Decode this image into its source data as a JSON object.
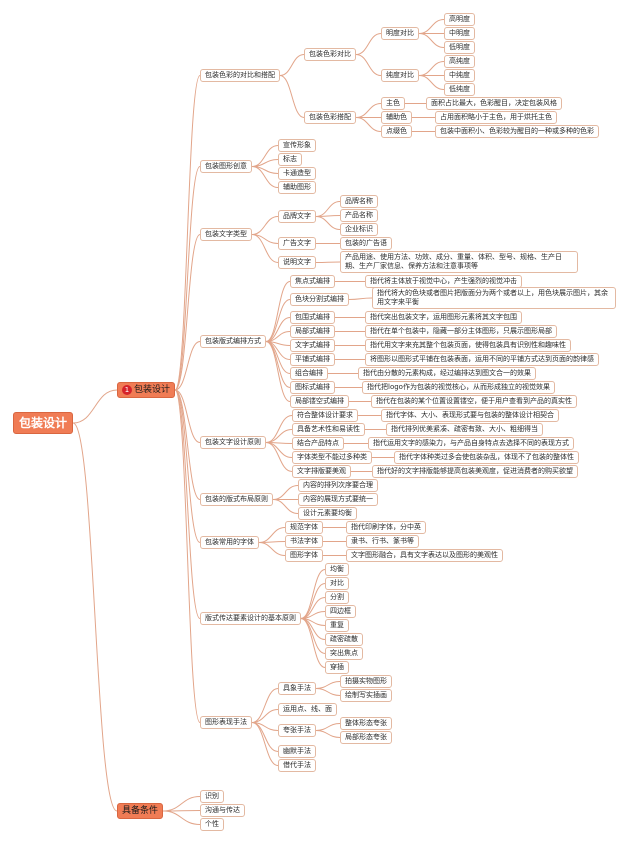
{
  "root": "包装设计",
  "b1": {
    "badge": "1",
    "label": "包装设计",
    "color": {
      "label": "包装色彩的对比和搭配",
      "contrast": {
        "label": "包装色彩对比",
        "brightness": {
          "label": "明度对比",
          "items": [
            "高明度",
            "中明度",
            "低明度"
          ]
        },
        "purity": {
          "label": "纯度对比",
          "items": [
            "高纯度",
            "中纯度",
            "低纯度"
          ]
        }
      },
      "match": {
        "label": "包装色彩搭配",
        "main": "主色",
        "main_desc": "面积占比最大，色彩醒目，决定包装风格",
        "aux": "辅助色",
        "aux_desc": "占用面积略小于主色，用于烘托主色",
        "accent": "点缀色",
        "accent_desc": "包装中面积小、色彩较为醒目的一种或多种的色彩"
      }
    },
    "graphic": {
      "label": "包装图形创意",
      "items": [
        "宣传形象",
        "标志",
        "卡通造型",
        "辅助图形"
      ]
    },
    "text": {
      "label": "包装文字类型",
      "brand": {
        "label": "品牌文字",
        "items": [
          "品牌名称",
          "产品名称",
          "企业标识"
        ]
      },
      "ad": {
        "label": "广告文字",
        "desc": "包装的广告语"
      },
      "info": {
        "label": "说明文字",
        "desc": "产品用途、使用方法、功效、成分、重量、体积、型号、规格、生产日期、生产厂家信息、保养方法和注意事项等"
      }
    },
    "layout": {
      "label": "包装版式编排方式",
      "items": [
        {
          "name": "焦点式编排",
          "desc": "指代将主体放于视觉中心，产生强烈的视觉冲击"
        },
        {
          "name": "色块分割式编排",
          "desc": "指代将大的色块或者图片把版面分为两个或者以上，用色块展示图片，其余用文字来平衡"
        },
        {
          "name": "包围式编排",
          "desc": "指代突出包装文字，运用图形元素将其文字包围"
        },
        {
          "name": "局部式编排",
          "desc": "指代在单个包装中，隐藏一部分主体图形，只展示图形局部"
        },
        {
          "name": "文字式编排",
          "desc": "指代用文字来充其整个包装页面，使得包装具有识别性和趣味性"
        },
        {
          "name": "平铺式编排",
          "desc": "将图形以图形式平铺在包装表面，运用不同的平铺方式达到页面的韵律感"
        },
        {
          "name": "组合编排",
          "desc": "指代由分散的元素构成，经过编排达到图文合一的效果"
        },
        {
          "name": "图标式编排",
          "desc": "指代把logo作为包装的视觉核心，从而形成独立的视觉效果"
        },
        {
          "name": "局部镂空式编排",
          "desc": "指代在包装的某个位置设置镂空，便于用户查看到产品的真实性"
        }
      ]
    },
    "principle": {
      "label": "包装文字设计原则",
      "items": [
        {
          "name": "符合整体设计要求",
          "desc": "指代字体、大小、表现形式要与包装的整体设计相契合"
        },
        {
          "name": "具备艺术性和易读性",
          "desc": "指代排列优美紧凑、疏密有致、大小、粗细得当"
        },
        {
          "name": "结合产品特点",
          "desc": "指代运用文字的感染力，与产品自身特点去选择不同的表现方式"
        },
        {
          "name": "字体类型不能过多种类",
          "desc": "指代字体种类过多会使包装杂乱，体现不了包装的整体性"
        },
        {
          "name": "文字排版要美观",
          "desc": "指代好的文字排版能够提高包装美观度，促进消费者的购买欲望"
        }
      ]
    },
    "layout_rule": {
      "label": "包装的版式布局原则",
      "items": [
        "内容的排列次序要合理",
        "内容的展现方式要统一",
        "设计元素要均衡"
      ]
    },
    "fonts": {
      "label": "包装常用的字体",
      "items": [
        {
          "name": "规范字体",
          "desc": "指代印刷字体，分中英"
        },
        {
          "name": "书法字体",
          "desc": "隶书、行书、篆书等"
        },
        {
          "name": "图形字体",
          "desc": "文字图形融合，具有文字表达以及图形的美观性"
        }
      ]
    },
    "basic": {
      "label": "版式传达要素设计的基本原则",
      "items": [
        "均衡",
        "对比",
        "分割",
        "四边框",
        "重复",
        "疏密疏散",
        "突出焦点",
        "穿插"
      ]
    },
    "expr": {
      "label": "图形表现手法",
      "concrete": {
        "label": "具象手法",
        "items": [
          "拍摄实物图形",
          "绘制写实插画"
        ]
      },
      "dotline": "运用点、线、面",
      "exag": {
        "label": "夸张手法",
        "items": [
          "整体形态夸张",
          "局部形态夸张"
        ]
      },
      "humor": "幽默手法",
      "subst": "借代手法"
    }
  },
  "b2": {
    "label": "具备条件",
    "items": [
      "识别",
      "沟通与传达",
      "个性"
    ]
  },
  "colors": {
    "accent": "#f07c55",
    "line": "#e2a58a",
    "node_border": "#e3b9a2",
    "badge": "#d6232b"
  }
}
